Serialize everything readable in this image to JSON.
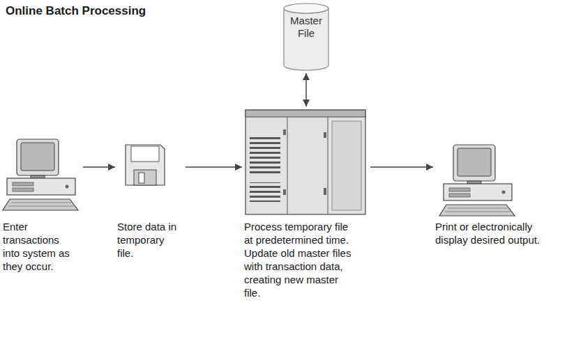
{
  "diagram": {
    "title": "Online Batch Processing",
    "nodes": [
      {
        "text": [
          "Master File"
        ]
      },
      {
        "text": [
          "Enter transactions into system as they occur."
        ]
      },
      {
        "text": [
          "Store data in temporary file."
        ]
      },
      {
        "text": [
          "Process temporary file at predetermined time. Update old master files with transaction data, creating new master file."
        ]
      },
      {
        "text": [
          "Print or electronically display desired output."
        ]
      }
    ],
    "edges": [
      {
        "from": 1,
        "to": 2,
        "arrow": "to"
      },
      {
        "from": 2,
        "to": 3,
        "arrow": "to"
      },
      {
        "from": 0,
        "to": 3,
        "arrow": "both"
      },
      {
        "from": 3,
        "to": 4,
        "arrow": "to"
      }
    ]
  }
}
